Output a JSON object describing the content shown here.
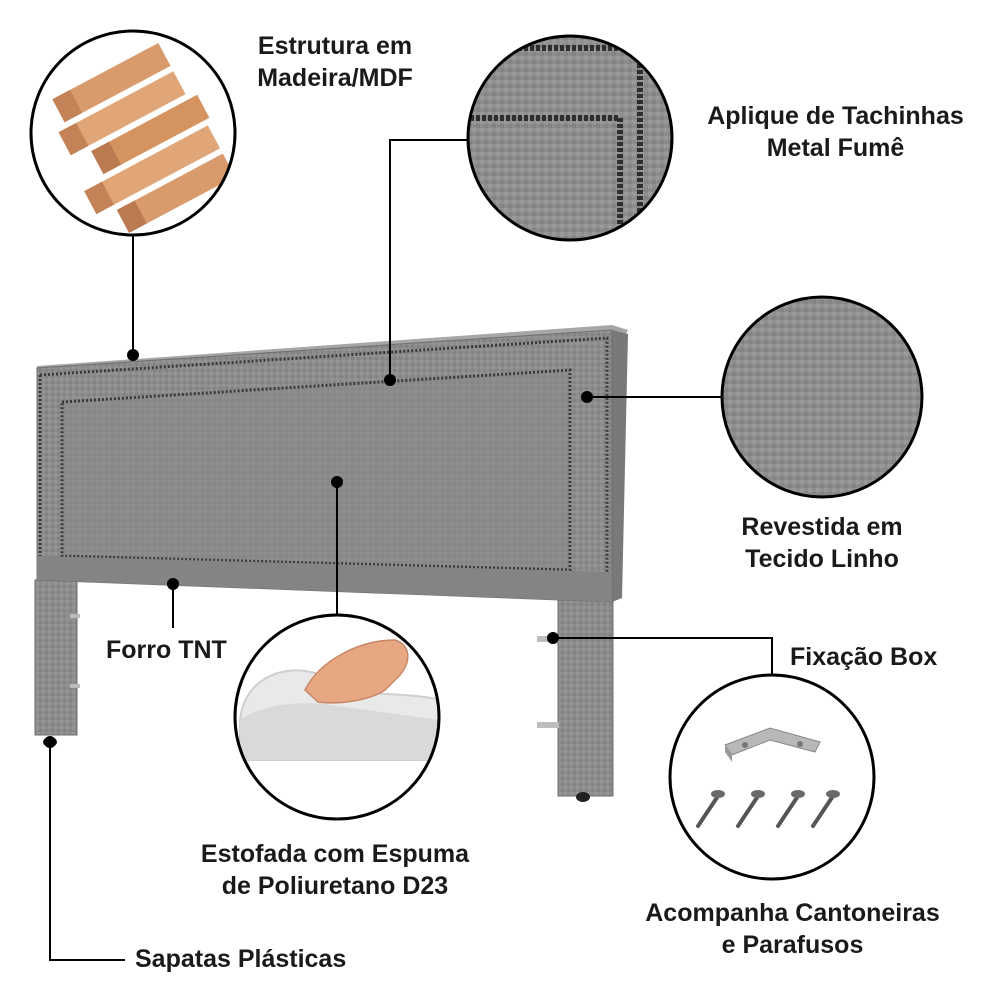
{
  "labels": {
    "estrutura": [
      "Estrutura em",
      "Madeira/MDF"
    ],
    "aplique": [
      "Aplique de Tachinhas",
      "Metal Fumê"
    ],
    "revestida": [
      "Revestida em",
      "Tecido Linho"
    ],
    "forro": "Forro TNT",
    "fixacao": "Fixação Box",
    "estofada": [
      "Estofada com Espuma",
      "de Poliuretano D23"
    ],
    "acompanha": [
      "Acompanha Cantoneiras",
      "e Parafusos"
    ],
    "sapatas": "Sapatas Plásticas"
  },
  "colors": {
    "fabric": "#8c8a8a",
    "fabric_dark": "#6f6d6d",
    "nailhead": "#3a3a3a",
    "wood": "#d99a6c",
    "text": "#1a1a1a",
    "line": "#000000"
  },
  "icons": [
    "wood-planks-icon",
    "nailhead-trim-closeup-icon",
    "linen-fabric-swatch-icon",
    "foam-hand-press-icon",
    "bracket-and-screws-icon"
  ]
}
